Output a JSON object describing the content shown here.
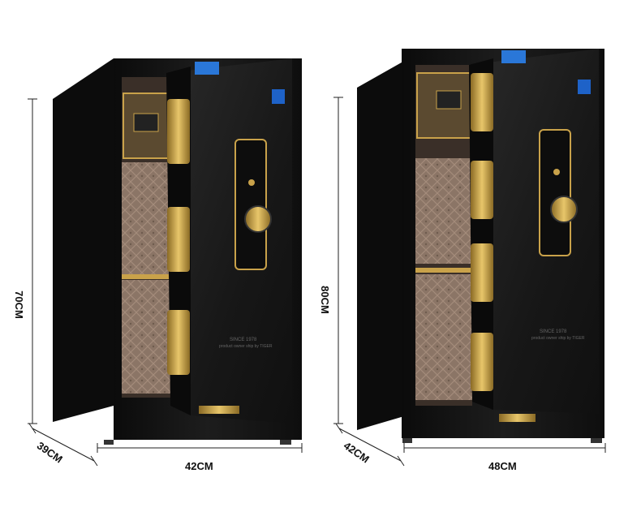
{
  "products": [
    {
      "id": "safe-small",
      "height_label": "70CM",
      "depth_label": "39CM",
      "width_label": "42CM",
      "brand_text": "TIGER",
      "door_text_line1": "SINCE 1978",
      "door_text_line2": "product owner ship by TIGER"
    },
    {
      "id": "safe-large",
      "height_label": "80CM",
      "depth_label": "42CM",
      "width_label": "48CM",
      "brand_text": "TIGER",
      "door_text_line1": "SINCE 1978",
      "door_text_line2": "product owner ship by TIGER"
    }
  ],
  "colors": {
    "body": "#141414",
    "door": "#1c1c1c",
    "gold": "#c9a24a",
    "lining": "#8a7565",
    "dimension_line": "#222222"
  }
}
